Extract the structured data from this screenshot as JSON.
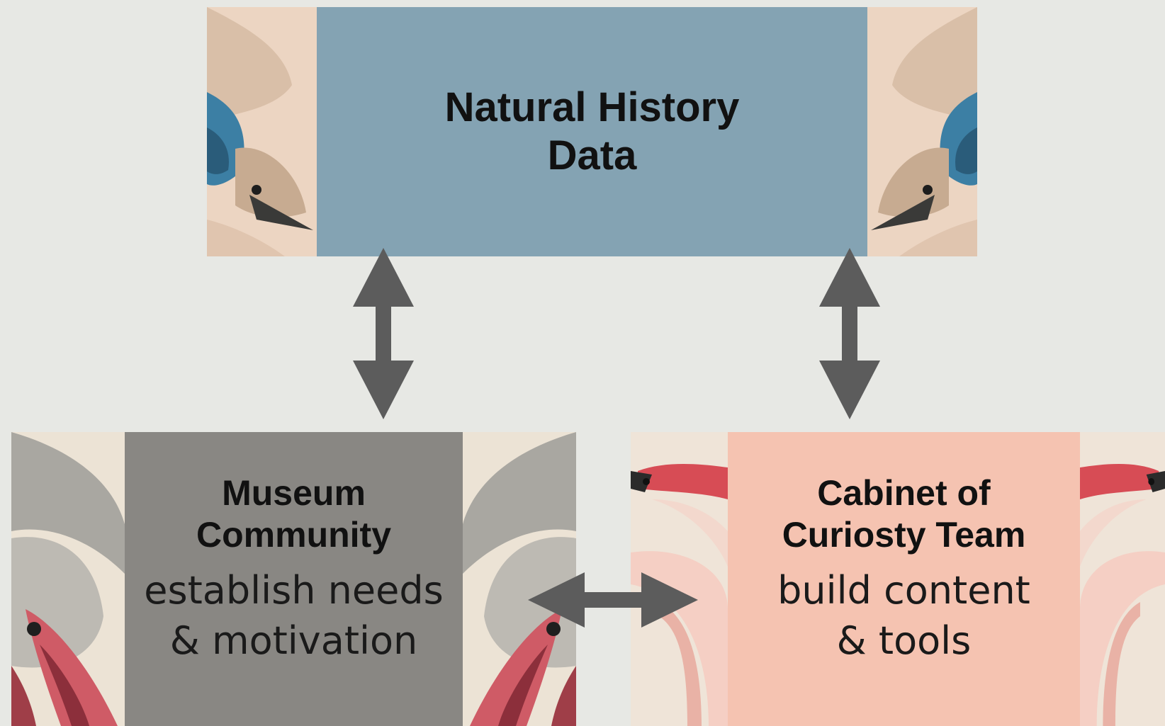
{
  "nodes": {
    "natural_history": {
      "title_line1": "Natural History",
      "title_line2": "Data"
    },
    "museum_community": {
      "title_line1": "Museum",
      "title_line2": "Community",
      "sub_line1": "establish needs",
      "sub_line2": "& motivation"
    },
    "cabinet_team": {
      "title_line1": "Cabinet of",
      "title_line2": "Curiosty Team",
      "sub_line1": "build content",
      "sub_line2": "& tools"
    }
  },
  "colors": {
    "background": "#e7e8e4",
    "natural_history_fill": "#84a3b3",
    "museum_community_fill": "#898783",
    "cabinet_team_fill": "#f5c3b1",
    "arrow": "#5c5c5c"
  },
  "edges": [
    {
      "from": "natural_history",
      "to": "museum_community",
      "direction": "both"
    },
    {
      "from": "natural_history",
      "to": "cabinet_team",
      "direction": "both"
    },
    {
      "from": "museum_community",
      "to": "cabinet_team",
      "direction": "both"
    }
  ],
  "decorations": {
    "natural_history": "bird-illustration",
    "museum_community": "heron-illustration",
    "cabinet_team": "flamingo-illustration"
  }
}
